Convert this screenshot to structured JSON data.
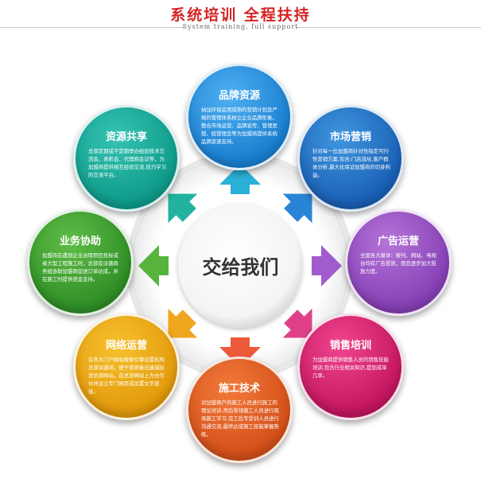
{
  "header": {
    "title": "系统培训  全程扶持",
    "subtitle": "System training, full support"
  },
  "center": {
    "label": "交给我们"
  },
  "nodes": {
    "brand": {
      "title": "品牌资源",
      "body": "纳加环保运用成熟的营销计划及严格的管理体系树立企业品牌形象。整合市场运营、品牌宣传、管理思想、经营理念等为加盟商提供系统品牌资源支持。",
      "color": "#2a8fe0"
    },
    "share": {
      "title": "资源共享",
      "body": "总部定期或不定期举办经验技术交流会、表彰会、代理商会议等，为加盟商提供相互经验交流,技巧学习的交流平台。",
      "color": "#1aae9c"
    },
    "market": {
      "title": "市场营销",
      "body": "针对每一位加盟商针对性指定可行性营销方案,包含:门店选址,客户群体分析,最大化保证加盟商的切身利益。",
      "color": "#2a78cc"
    },
    "assist": {
      "title": "业务协助",
      "body": "加盟商在遇到企业治理项目竞标或者大型工程施工时，总部会派遣商务组协助加盟商促进订单达成，并在施工时提供资金支持。",
      "color": "#44a332"
    },
    "ad": {
      "title": "广告运营",
      "body": "全国各大媒体：报刊、网站、电视台均有广告投放，而且逐步加大投放力度。",
      "color": "#9c55c6"
    },
    "web": {
      "title": "网络运营",
      "body": "在各大门户网站搜索引擎设置机构总部关键词，便于营销者迅速捕捉到总部网站，在总部网站上为合作伙伴设立专门网页或设置文字链接。",
      "color": "#eeac1a"
    },
    "sales": {
      "title": "销售培训",
      "body": "为加盟商提供销售人员的销售技能培训,包含行业相关知识,提到成单几率。",
      "color": "#dc2a74"
    },
    "build": {
      "title": "施工技术",
      "body": "对加盟商户的施工人员进行施工的理论培训,然后带领施工人员进行现场施工学习,完工后专受训人员进行沟通交流,最终达成施工技能掌握熟练。",
      "color": "#e4632a"
    }
  }
}
